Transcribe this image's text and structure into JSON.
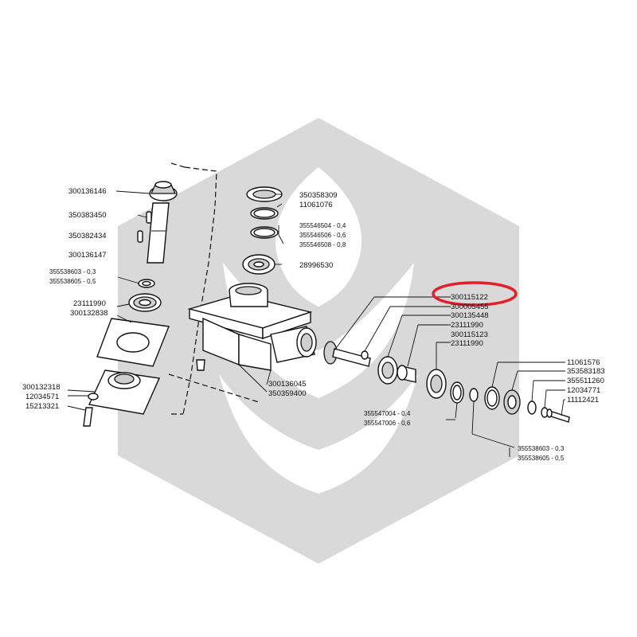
{
  "colors": {
    "background": "#ffffff",
    "watermark": "#d9d9d9",
    "line": "#111111",
    "highlight": "#e0202a"
  },
  "watermark": {
    "icon": "hexagon-leaf-logo-icon"
  },
  "highlighted_part": "300115122",
  "labels": {
    "l01": "300136146",
    "l02": "350383450",
    "l03": "350382434",
    "l04": "300136147",
    "l05": "355538603 - 0,3",
    "l06": "355538605 - 0,5",
    "l07": "23111990",
    "l08": "300132838",
    "l09": "300132318",
    "l10": "12034571",
    "l11": "15213321",
    "l12": "350358309",
    "l13": "11061076",
    "l14": "355546504 - 0,4",
    "l15": "355546506 - 0,6",
    "l16": "355546508 - 0,8",
    "l17": "28996530",
    "l18": "300136045",
    "l19": "350359400",
    "l20": "300115122",
    "l21": "300005455",
    "l22": "300135448",
    "l23": "23111990",
    "l24": "300115123",
    "l25": "23111990",
    "l26": "11061576",
    "l27": "353583183",
    "l28": "355511260",
    "l29": "12034771",
    "l30": "11112421",
    "l31": "355547004 - 0,4",
    "l32": "355547006 - 0,6",
    "l33": "355538603 - 0,3",
    "l34": "355538605 - 0,5"
  }
}
